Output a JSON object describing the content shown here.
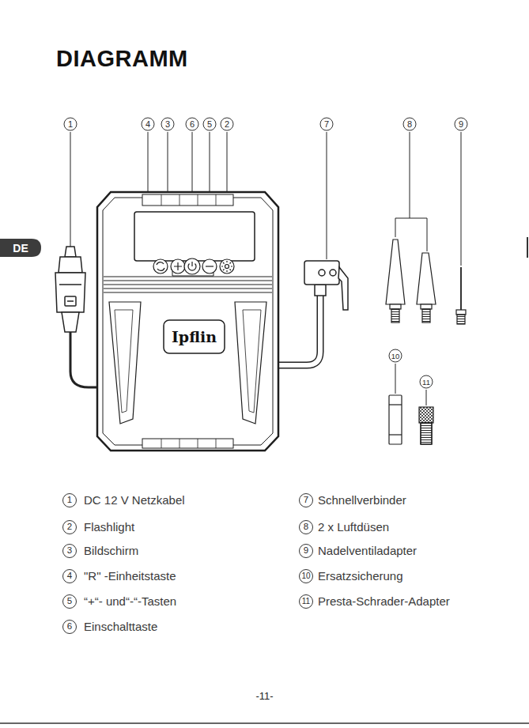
{
  "diagram": {
    "title": "DIAGRAMM",
    "labels": [
      "DE",
      "1",
      "4",
      "3",
      "6",
      "5",
      "2",
      "7",
      "8",
      "9",
      "10",
      "11",
      "Ipflin",
      "1",
      "DC 12 V Netzkabel",
      "7",
      "Schnellverbinder",
      "2",
      "Flashlight",
      "8",
      "2 x Luftdüsen",
      "3",
      "Bildschirm",
      "9",
      "Nadelventiladapter",
      "4",
      "\"R\" -Einheitstaste",
      "10",
      "Ersatzsicherung",
      "5",
      "“+“- und“-“-Tasten",
      "11",
      "Presta-Schrader-Adapter",
      "6",
      "Einschalttaste",
      "-11-"
    ]
  }
}
